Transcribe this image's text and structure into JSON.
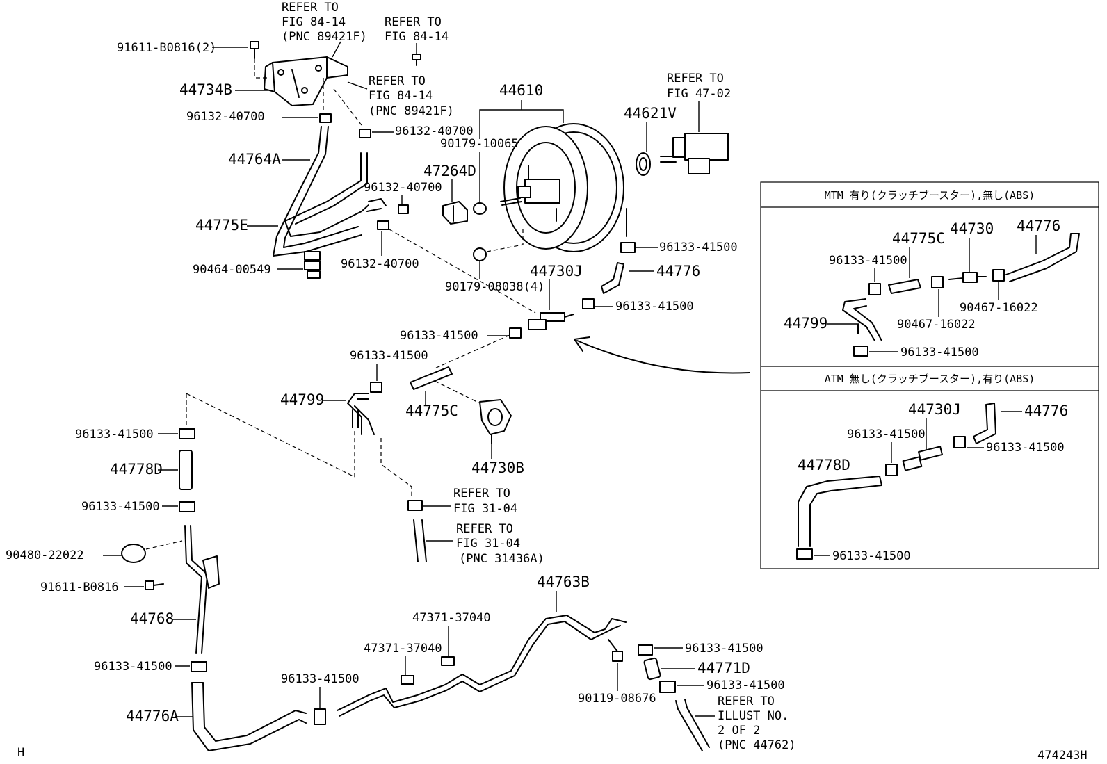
{
  "labels": {
    "refer_84_14_a_l1": "REFER TO",
    "refer_84_14_a_l2": "FIG 84-14",
    "refer_84_14_a_l3": "(PNC 89421F)",
    "refer_84_14_b_l1": "REFER TO",
    "refer_84_14_b_l2": "FIG 84-14",
    "bolt_91611_b0816_2": "91611-B0816(2)",
    "refer_84_14_c_l1": "REFER TO",
    "refer_84_14_c_l2": "FIG 84-14",
    "refer_84_14_c_l3": "(PNC 89421F)",
    "bracket_44734b": "44734B",
    "clip_96132_40700_a": "96132-40700",
    "clip_96132_40700_b": "96132-40700",
    "hose_44764a": "44764A",
    "part_44610": "44610",
    "refer_47_02_l1": "REFER TO",
    "refer_47_02_l2": "FIG 47-02",
    "part_44621v": "44621V",
    "washer_90179_10065": "90179-10065",
    "part_47264d": "47264D",
    "clip_96132_40700_c": "96132-40700",
    "hose_44775e": "44775E",
    "clip_96132_40700_d": "96132-40700",
    "clamp_90464_00549": "90464-00549",
    "clip_96133_41500_a": "96133-41500",
    "hose_44776": "44776",
    "nut_90179_08038_4": "90179-08038(4)",
    "valve_44730j": "44730J",
    "clip_96133_41500_b": "96133-41500",
    "clip_96133_41500_c": "96133-41500",
    "clip_96133_41500_d": "96133-41500",
    "pipe_44799": "44799",
    "hose_44775c": "44775C",
    "clip_96133_41500_e": "96133-41500",
    "clamp_44730b": "44730B",
    "hose_44778d": "44778D",
    "clip_96133_41500_f": "96133-41500",
    "refer_31_04_a_l1": "REFER TO",
    "refer_31_04_a_l2": "FIG 31-04",
    "refer_31_04_b_l1": "REFER TO",
    "refer_31_04_b_l2": "FIG 31-04",
    "refer_31_04_b_l3": "(PNC 31436A)",
    "cap_90480_22022": "90480-22022",
    "bolt_91611_b0816": "91611-B0816",
    "pipe_44768": "44768",
    "clip_96133_41500_g": "96133-41500",
    "hose_44776a": "44776A",
    "clip_96133_41500_h": "96133-41500",
    "pipe_44763b": "44763B",
    "clamp_47371_37040_a": "47371-37040",
    "clamp_47371_37040_b": "47371-37040",
    "clip_96133_41500_i": "96133-41500",
    "hose_44771d": "44771D",
    "clip_96133_41500_j": "96133-41500",
    "bolt_90119_08676": "90119-08676",
    "refer_illust_l1": "REFER TO",
    "refer_illust_l2": "ILLUST NO.",
    "refer_illust_l3": "2 OF 2",
    "refer_illust_l4": "(PNC 44762)",
    "corner_h": "H",
    "figure_id": "474243H"
  },
  "inset_mtm": {
    "header": "MTM 有り(クラッチブースター),無し(ABS)",
    "hose_44775c": "44775C",
    "valve_44730": "44730",
    "hose_44776": "44776",
    "clip_96133_41500_a": "96133-41500",
    "pipe_44799": "44799",
    "clip_90467_16022_a": "90467-16022",
    "clip_90467_16022_b": "90467-16022",
    "clip_96133_41500_b": "96133-41500"
  },
  "inset_atm": {
    "header": "ATM 無し(クラッチブースター),有り(ABS)",
    "valve_44730j": "44730J",
    "hose_44776": "44776",
    "clip_96133_41500_a": "96133-41500",
    "clip_96133_41500_b": "96133-41500",
    "hose_44778d": "44778D",
    "clip_96133_41500_c": "96133-41500"
  }
}
